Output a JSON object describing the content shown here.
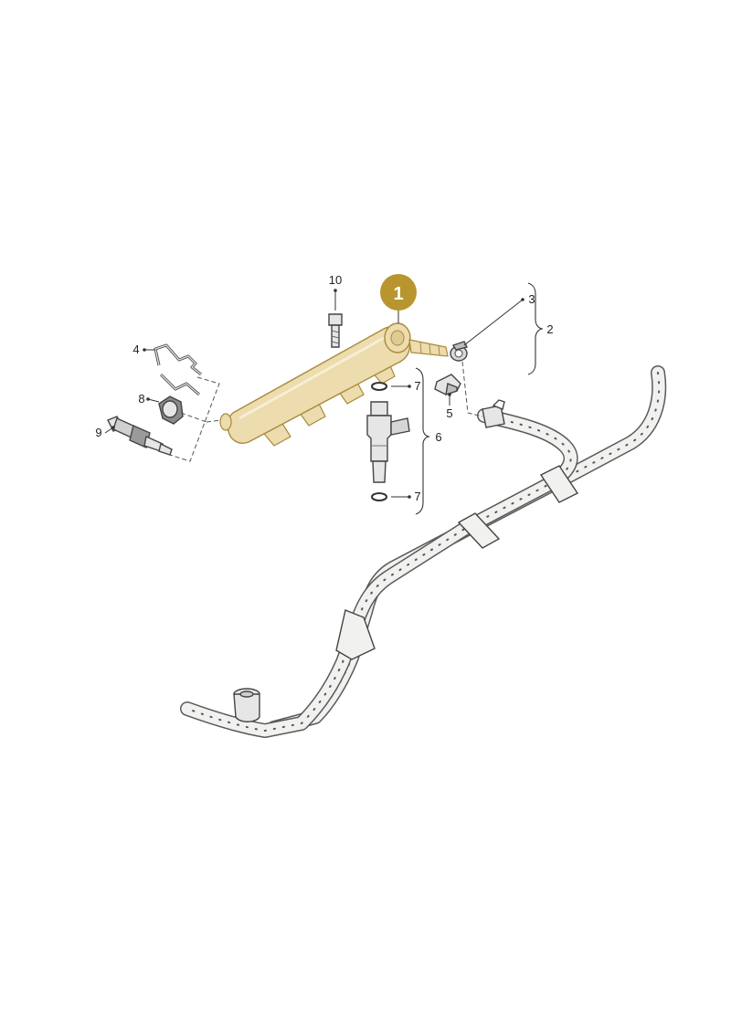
{
  "diagram": {
    "colors": {
      "highlight": "#ecdcae",
      "highlight_stroke": "#a98a3a",
      "badge": "#b8952e",
      "hose": "#f1f1ef",
      "metal": "#e6e6e6",
      "line": "#333333"
    },
    "badge": {
      "label": "1",
      "icon": "part-number-badge"
    },
    "callouts": [
      {
        "id": "c10",
        "label": "10",
        "part": "bolt-icon"
      },
      {
        "id": "c3",
        "label": "3",
        "part": "hose-clamp-icon"
      },
      {
        "id": "c2",
        "label": "2",
        "part": "fuel-line-assembly"
      },
      {
        "id": "c4",
        "label": "4",
        "part": "retaining-clip-icon"
      },
      {
        "id": "c8",
        "label": "8",
        "part": "union-nut-icon"
      },
      {
        "id": "c9",
        "label": "9",
        "part": "pressure-sensor-icon"
      },
      {
        "id": "c7a",
        "label": "7",
        "part": "o-ring-upper-icon"
      },
      {
        "id": "c5",
        "label": "5",
        "part": "retainer-bracket-icon"
      },
      {
        "id": "c6",
        "label": "6",
        "part": "injector-assembly"
      },
      {
        "id": "c7b",
        "label": "7",
        "part": "o-ring-lower-icon"
      }
    ]
  }
}
